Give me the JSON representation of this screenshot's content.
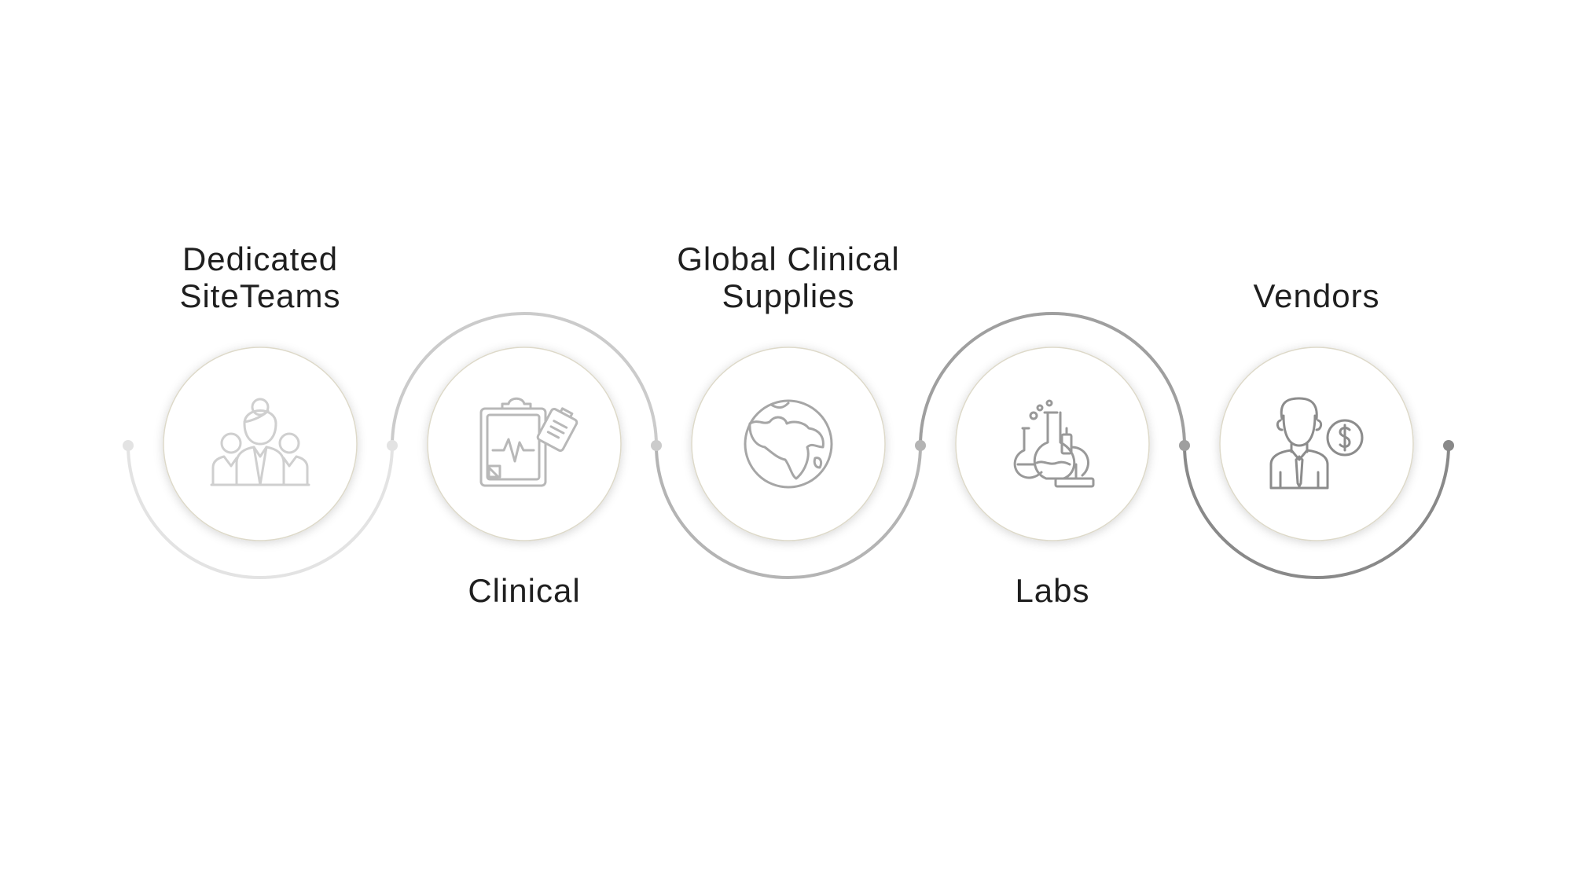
{
  "stages": [
    {
      "label_lines": [
        "Dedicated",
        "SiteTeams"
      ],
      "icon": "team-icon"
    },
    {
      "label_lines": [
        "Clinical"
      ],
      "icon": "clipboard-icon"
    },
    {
      "label_lines": [
        "Global Clinical",
        "Supplies"
      ],
      "icon": "globe-icon"
    },
    {
      "label_lines": [
        "Labs"
      ],
      "icon": "lab-flasks-microscope-icon"
    },
    {
      "label_lines": [
        "Vendors"
      ],
      "icon": "vendor-dollar-icon"
    }
  ],
  "colors": {
    "connector_shades": [
      "#e3e3e3",
      "#cbcbcb",
      "#b4b4b4",
      "#9f9f9f",
      "#898989"
    ],
    "icon_shades": [
      "#cfcfcf",
      "#b8b8b8",
      "#a6a6a6",
      "#999999",
      "#8c8c8c"
    ],
    "circle_border": "#ddd9c9",
    "label_text": "#1f1f1f"
  }
}
